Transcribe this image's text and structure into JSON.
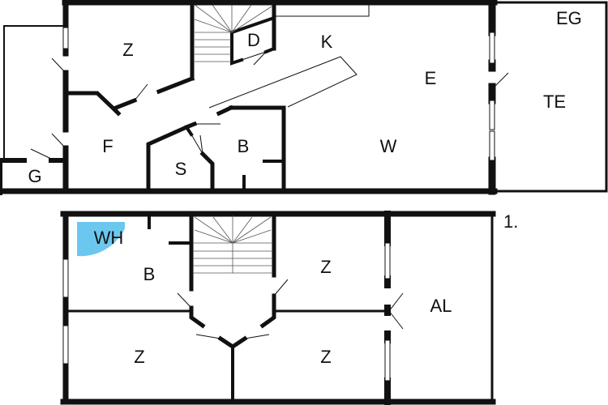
{
  "ground_floor": {
    "label": "EG",
    "rooms": [
      {
        "id": "z",
        "label": "Z"
      },
      {
        "id": "d",
        "label": "D"
      },
      {
        "id": "k",
        "label": "K"
      },
      {
        "id": "e",
        "label": "E"
      },
      {
        "id": "w",
        "label": "W"
      },
      {
        "id": "f",
        "label": "F"
      },
      {
        "id": "s",
        "label": "S"
      },
      {
        "id": "b",
        "label": "B"
      },
      {
        "id": "g",
        "label": "G"
      },
      {
        "id": "te",
        "label": "TE"
      }
    ]
  },
  "first_floor": {
    "label": "1.",
    "rooms": [
      {
        "id": "wh",
        "label": "WH"
      },
      {
        "id": "b",
        "label": "B"
      },
      {
        "id": "z1",
        "label": "Z"
      },
      {
        "id": "z2",
        "label": "Z"
      },
      {
        "id": "z3",
        "label": "Z"
      },
      {
        "id": "al",
        "label": "AL"
      }
    ]
  },
  "colors": {
    "wall": "#111111",
    "wh_highlight": "#6cc7ef",
    "background": "#ffffff"
  }
}
